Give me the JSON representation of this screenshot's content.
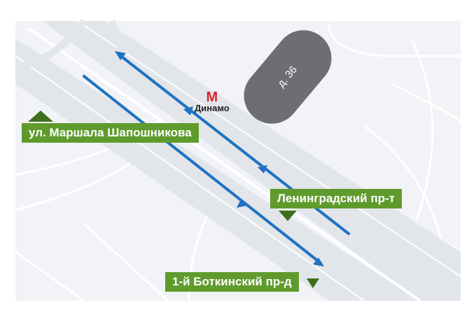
{
  "map": {
    "background_color": "#ffffff",
    "area_color": "#f1f3f6",
    "road_color": "#e3e6eb",
    "route_color": "#1f72c2",
    "label_bg_color": "#5f9b2c",
    "building_color": "#6d6e71"
  },
  "building": {
    "label": "д. 36"
  },
  "metro": {
    "icon": "metro-m-icon",
    "symbol": "М",
    "station": "Динамо"
  },
  "labels": {
    "shaposhnikova": "ул. Маршала Шапошникова",
    "leningradsky": "Ленинградский пр-т",
    "botkinsky": "1-й Боткинский пр-д"
  }
}
